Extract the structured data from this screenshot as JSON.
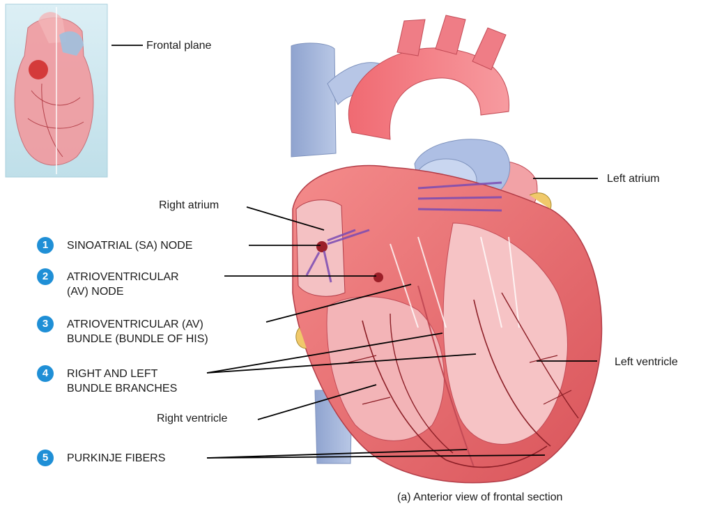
{
  "inset": {
    "label": "Frontal plane"
  },
  "labels": {
    "left_atrium": "Left atrium",
    "right_atrium": "Right atrium",
    "left_ventricle": "Left ventricle",
    "right_ventricle": "Right ventricle"
  },
  "steps": [
    {
      "num": "1",
      "lines": [
        "SINOATRIAL (SA) NODE"
      ]
    },
    {
      "num": "2",
      "lines": [
        "ATRIOVENTRICULAR",
        "(AV) NODE"
      ]
    },
    {
      "num": "3",
      "lines": [
        "ATRIOVENTRICULAR (AV)",
        "BUNDLE (BUNDLE OF HIS)"
      ]
    },
    {
      "num": "4",
      "lines": [
        "RIGHT AND LEFT",
        "BUNDLE BRANCHES"
      ]
    },
    {
      "num": "5",
      "lines": [
        "PURKINJE FIBERS"
      ]
    }
  ],
  "caption": "(a) Anterior view of frontal section",
  "colors": {
    "step_badge": "#1f8fd6",
    "heart_muscle": "#e86a6a",
    "vessel_blue": "#9fb3d9",
    "inset_bg": "#cfe8f0"
  }
}
